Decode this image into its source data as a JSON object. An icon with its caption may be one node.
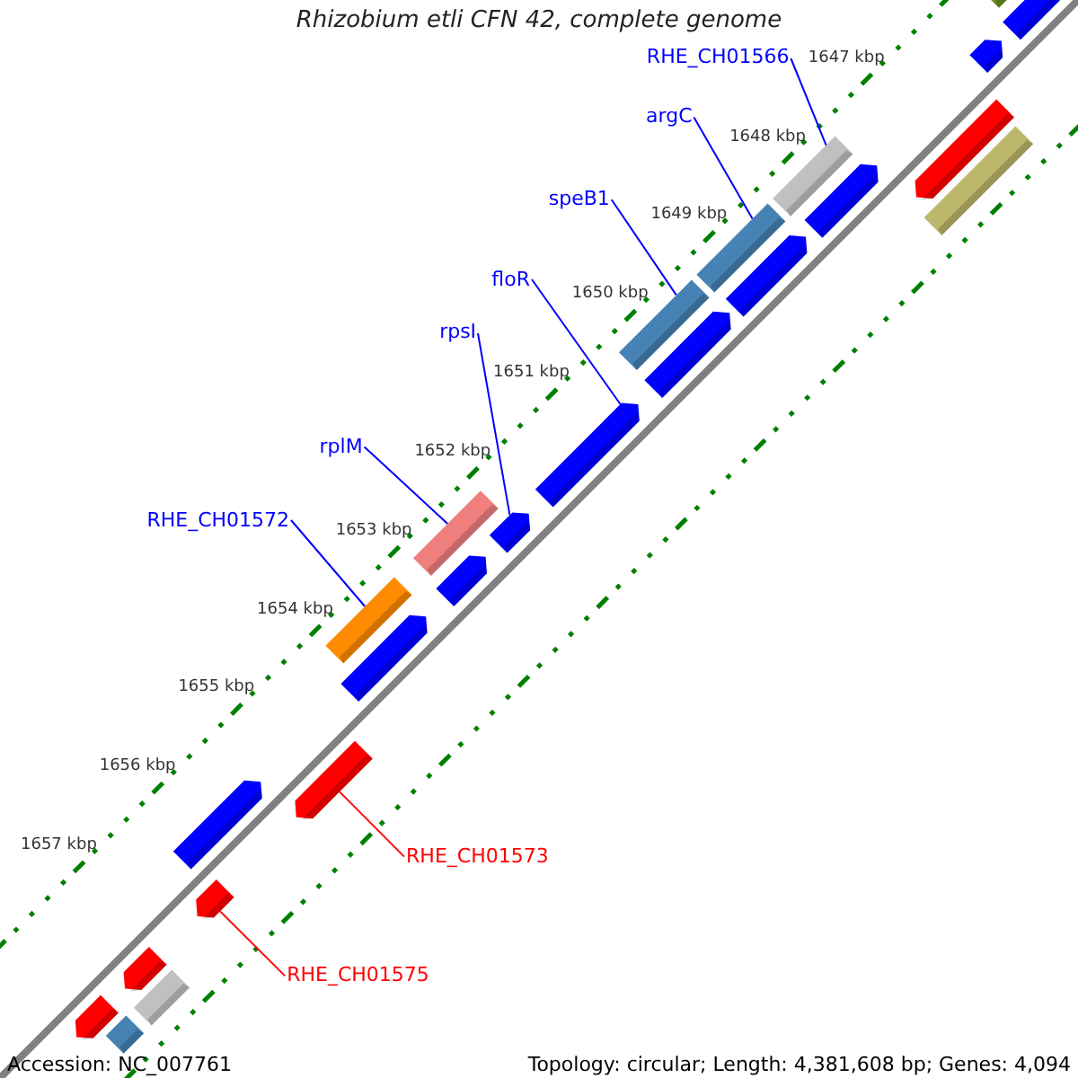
{
  "diagram": {
    "title": "Rhizobium etli CFN 42, complete genome",
    "nodes": [
      {
        "text": [
          "RHE_CH01566"
        ]
      },
      {
        "text": [],
        "shape": "bar"
      },
      {
        "text": [
          "argC"
        ]
      },
      {
        "text": [],
        "shape": "bar"
      },
      {
        "text": [
          "speB1"
        ]
      },
      {
        "text": [],
        "shape": "bar"
      },
      {
        "text": [
          "floR"
        ]
      },
      {
        "text": [],
        "shape": "arrow"
      },
      {
        "text": [
          "rpsI"
        ]
      },
      {
        "text": [],
        "shape": "arrow"
      },
      {
        "text": [
          "rplM"
        ]
      },
      {
        "text": [],
        "shape": "bar"
      },
      {
        "text": [
          "RHE_CH01572"
        ]
      },
      {
        "text": [],
        "shape": "bar"
      },
      {
        "text": [
          "RHE_CH01573"
        ]
      },
      {
        "text": [],
        "shape": "arrow"
      },
      {
        "text": [
          "RHE_CH01575"
        ]
      },
      {
        "text": [],
        "shape": "arrow"
      },
      {
        "text": [],
        "shape": "arrow"
      },
      {
        "text": [],
        "shape": "bar"
      },
      {
        "text": [],
        "shape": "arrow"
      },
      {
        "text": [],
        "shape": "arrow"
      },
      {
        "text": [],
        "shape": "bar"
      },
      {
        "text": [],
        "shape": "arrow"
      },
      {
        "text": [],
        "shape": "arrow"
      },
      {
        "text": [],
        "shape": "arrow"
      },
      {
        "text": [],
        "shape": "arrow"
      },
      {
        "text": [],
        "shape": "arrow"
      },
      {
        "text": [],
        "shape": "arrow"
      },
      {
        "text": [],
        "shape": "arrow"
      },
      {
        "text": [],
        "shape": "bar"
      },
      {
        "text": [],
        "shape": "arrow"
      },
      {
        "text": [],
        "shape": "bar"
      }
    ],
    "edges": [
      {
        "from": 0,
        "to": 1,
        "arrow": "none"
      },
      {
        "from": 2,
        "to": 3,
        "arrow": "none"
      },
      {
        "from": 4,
        "to": 5,
        "arrow": "none"
      },
      {
        "from": 6,
        "to": 7,
        "arrow": "none"
      },
      {
        "from": 8,
        "to": 9,
        "arrow": "none"
      },
      {
        "from": 10,
        "to": 11,
        "arrow": "none"
      },
      {
        "from": 12,
        "to": 13,
        "arrow": "none"
      },
      {
        "from": 14,
        "to": 15,
        "arrow": "none",
        "color": "#ff0000"
      },
      {
        "from": 16,
        "to": 17,
        "arrow": "none",
        "color": "#ff0000"
      }
    ],
    "labels": [
      "1647 kbp",
      "1648 kbp",
      "1649 kbp",
      "1650 kbp",
      "1651 kbp",
      "1652 kbp",
      "1653 kbp",
      "1654 kbp",
      "1655 kbp",
      "1656 kbp",
      "1657 kbp",
      "Accession: NC_007761",
      "Topology: circular; Length: 4,381,608 bp; Genes: 4,094"
    ]
  }
}
